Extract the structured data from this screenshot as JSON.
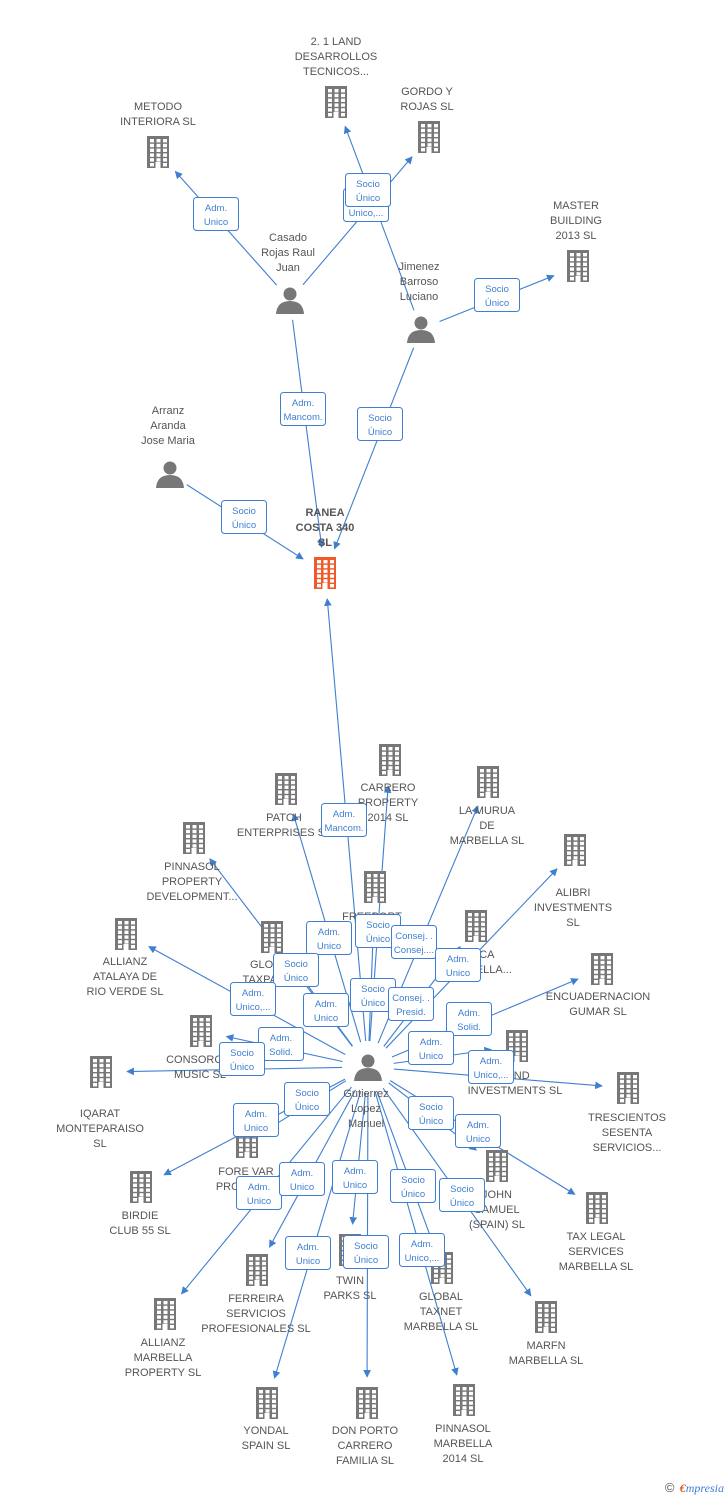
{
  "colors": {
    "edge": "#3f7fd1",
    "node": "#777777",
    "focus": "#f05a28",
    "box_bg": "#ffffff"
  },
  "nodes": [
    {
      "id": "ranea",
      "type": "company",
      "focus": true,
      "lines": [
        "RANEA",
        "COSTA 340",
        "SL"
      ]
    },
    {
      "id": "dos1land",
      "type": "company",
      "lines": [
        "2. 1 LAND",
        "DESARROLLOS",
        "TECNICOS..."
      ]
    },
    {
      "id": "metodo",
      "type": "company",
      "lines": [
        "METODO",
        "INTERIORA SL"
      ]
    },
    {
      "id": "gordo",
      "type": "company",
      "lines": [
        "GORDO Y",
        "ROJAS SL"
      ]
    },
    {
      "id": "master",
      "type": "company",
      "lines": [
        "MASTER",
        "BUILDING",
        "2013 SL"
      ]
    },
    {
      "id": "casado",
      "type": "person",
      "lines": [
        "Casado",
        "Rojas Raul",
        "Juan"
      ]
    },
    {
      "id": "jimenez",
      "type": "person",
      "lines": [
        "Jimenez",
        "Barroso",
        "Luciano"
      ]
    },
    {
      "id": "arranz",
      "type": "person",
      "lines": [
        "Arranz",
        "Aranda",
        "Jose Maria"
      ]
    },
    {
      "id": "gutierrez",
      "type": "person",
      "lines": [
        "Gutierrez",
        "Lopez",
        "Manuel"
      ]
    },
    {
      "id": "carrero",
      "type": "company",
      "lines": [
        "CARRERO",
        "PROPERTY",
        "2014  SL"
      ]
    },
    {
      "id": "patch",
      "type": "company",
      "lines": [
        "PATCH",
        "ENTERPRISES SL"
      ]
    },
    {
      "id": "lamurua",
      "type": "company",
      "lines": [
        "LA MURUA",
        "DE",
        "MARBELLA  SL"
      ]
    },
    {
      "id": "alibri",
      "type": "company",
      "lines": [
        "ALIBRI",
        "INVESTMENTS",
        "SL"
      ]
    },
    {
      "id": "pinnasolprop",
      "type": "company",
      "lines": [
        "PINNASOL",
        "PROPERTY",
        "DEVELOPMENT..."
      ]
    },
    {
      "id": "freeport",
      "type": "company",
      "lines": [
        "FREEPORT",
        "SL"
      ]
    },
    {
      "id": "finca",
      "type": "company",
      "lines": [
        "FINCA",
        "MARBELLA..."
      ]
    },
    {
      "id": "allianzatalaya",
      "type": "company",
      "lines": [
        "ALLIANZ",
        "ATALAYA DE",
        "RIO VERDE  SL"
      ]
    },
    {
      "id": "globalpark",
      "type": "company",
      "lines": [
        "GLOBAL",
        "TAXPARK..."
      ]
    },
    {
      "id": "encuadernacion",
      "type": "company",
      "lines": [
        "ENCUADERNACION",
        "GUMAR  SL"
      ]
    },
    {
      "id": "consorcio",
      "type": "company",
      "lines": [
        "CONSORCIO",
        "MUSIC SL"
      ]
    },
    {
      "id": "land",
      "type": "company",
      "lines": [
        "LAND",
        "INVESTMENTS SL"
      ]
    },
    {
      "id": "iqarat",
      "type": "company",
      "lines": [
        "IQARAT",
        "MONTEPARAISO",
        "SL"
      ]
    },
    {
      "id": "trescientos",
      "type": "company",
      "lines": [
        "TRESCIENTOS",
        "SESENTA",
        "SERVICIOS..."
      ]
    },
    {
      "id": "forevar",
      "type": "company",
      "lines": [
        "FORE VAR",
        "PROPERTY"
      ]
    },
    {
      "id": "john",
      "type": "company",
      "lines": [
        "JOHN",
        "SAMUEL",
        "(SPAIN)  SL"
      ]
    },
    {
      "id": "birdie",
      "type": "company",
      "lines": [
        "BIRDIE",
        "CLUB 55 SL"
      ]
    },
    {
      "id": "taxlegal",
      "type": "company",
      "lines": [
        "TAX LEGAL",
        "SERVICES",
        "MARBELLA SL"
      ]
    },
    {
      "id": "ferreira",
      "type": "company",
      "lines": [
        "FERREIRA",
        "SERVICIOS",
        "PROFESIONALES SL"
      ]
    },
    {
      "id": "twin",
      "type": "company",
      "lines": [
        "TWIN",
        "PARKS SL"
      ]
    },
    {
      "id": "globaltaxnet",
      "type": "company",
      "lines": [
        "GLOBAL",
        "TAXNET",
        "MARBELLA SL"
      ]
    },
    {
      "id": "allianzmarbella",
      "type": "company",
      "lines": [
        "ALLIANZ",
        "MARBELLA",
        "PROPERTY  SL"
      ]
    },
    {
      "id": "marfn",
      "type": "company",
      "lines": [
        "MARFN",
        "MARBELLA  SL"
      ]
    },
    {
      "id": "yondal",
      "type": "company",
      "lines": [
        "YONDAL",
        "SPAIN SL"
      ]
    },
    {
      "id": "donporto",
      "type": "company",
      "lines": [
        "DON PORTO",
        "CARRERO",
        "FAMILIA  SL"
      ]
    },
    {
      "id": "pinnasolmarbella",
      "type": "company",
      "lines": [
        "PINNASOL",
        "MARBELLA",
        "2014  SL"
      ]
    }
  ],
  "edges": [
    {
      "from": "casado",
      "to": "metodo",
      "label": [
        "Adm.",
        "Unico"
      ]
    },
    {
      "from": "casado",
      "to": "gordo",
      "label": [
        "Adm.",
        "Unico,..."
      ]
    },
    {
      "from": "jimenez",
      "to": "dos1land",
      "label": [
        "Socio",
        "Único"
      ]
    },
    {
      "from": "jimenez",
      "to": "master",
      "label": [
        "Socio",
        "Único"
      ]
    },
    {
      "from": "casado",
      "to": "ranea",
      "label": [
        "Adm.",
        "Mancom."
      ]
    },
    {
      "from": "jimenez",
      "to": "ranea",
      "label": [
        "Socio",
        "Único"
      ]
    },
    {
      "from": "arranz",
      "to": "ranea",
      "label": [
        "Socio",
        "Único"
      ]
    },
    {
      "from": "gutierrez",
      "to": "ranea",
      "label": [
        "Adm.",
        "Mancom."
      ]
    },
    {
      "from": "gutierrez",
      "to": "patch",
      "label": [
        "Adm.",
        "Unico"
      ]
    },
    {
      "from": "gutierrez",
      "to": "carrero",
      "label": [
        "Socio",
        "Único"
      ]
    },
    {
      "from": "gutierrez",
      "to": "lamurua",
      "label": [
        "Consej. .",
        "Consej...."
      ]
    },
    {
      "from": "gutierrez",
      "to": "alibri",
      "label": [
        "Adm.",
        "Unico"
      ]
    },
    {
      "from": "gutierrez",
      "to": "pinnasolprop",
      "label": [
        "Socio",
        "Único"
      ]
    },
    {
      "from": "gutierrez",
      "to": "freeport",
      "label": [
        "Socio",
        "Único"
      ]
    },
    {
      "from": "gutierrez",
      "to": "finca",
      "label": [
        "Consej. .",
        "Presid."
      ]
    },
    {
      "from": "gutierrez",
      "to": "allianzatalaya",
      "label": [
        "Adm.",
        "Unico,..."
      ]
    },
    {
      "from": "gutierrez",
      "to": "globalpark",
      "label": [
        "Adm.",
        "Unico"
      ]
    },
    {
      "from": "gutierrez",
      "to": "encuadernacion",
      "label": [
        "Adm.",
        "Solid."
      ]
    },
    {
      "from": "gutierrez",
      "to": "consorcio",
      "label": [
        "Adm.",
        "Solid."
      ]
    },
    {
      "from": "gutierrez",
      "to": "land",
      "label": [
        "Adm.",
        "Unico"
      ]
    },
    {
      "from": "gutierrez",
      "to": "iqarat",
      "label": [
        "Socio",
        "Único"
      ]
    },
    {
      "from": "gutierrez",
      "to": "trescientos",
      "label": [
        "Adm.",
        "Unico,..."
      ]
    },
    {
      "from": "gutierrez",
      "to": "forevar",
      "label": [
        "Socio",
        "Único"
      ]
    },
    {
      "from": "gutierrez",
      "to": "john",
      "label": [
        "Adm.",
        "Unico"
      ]
    },
    {
      "from": "gutierrez",
      "to": "birdie",
      "label": [
        "Socio",
        "Único"
      ]
    },
    {
      "from": "gutierrez",
      "to": "taxlegal",
      "label": [
        "Adm.",
        "Unico"
      ]
    },
    {
      "from": "gutierrez",
      "to": "ferreira",
      "label": [
        "Adm.",
        "Unico"
      ]
    },
    {
      "from": "gutierrez",
      "to": "twin",
      "label": [
        "Adm.",
        "Unico"
      ]
    },
    {
      "from": "gutierrez",
      "to": "globaltaxnet",
      "label": [
        "Adm.",
        "Unico"
      ]
    },
    {
      "from": "gutierrez",
      "to": "allianzmarbella",
      "label": [
        "Socio",
        "Único"
      ]
    },
    {
      "from": "gutierrez",
      "to": "marfn",
      "label": [
        "Socio",
        "Único"
      ]
    },
    {
      "from": "gutierrez",
      "to": "yondal",
      "label": [
        "Adm.",
        "Unico"
      ]
    },
    {
      "from": "gutierrez",
      "to": "donporto",
      "label": [
        "Socio",
        "Único"
      ]
    },
    {
      "from": "gutierrez",
      "to": "pinnasolmarbella",
      "label": [
        "Adm.",
        "Unico,..."
      ]
    }
  ],
  "brand": {
    "copyright": "©",
    "first": "€",
    "rest": "mpresia"
  }
}
